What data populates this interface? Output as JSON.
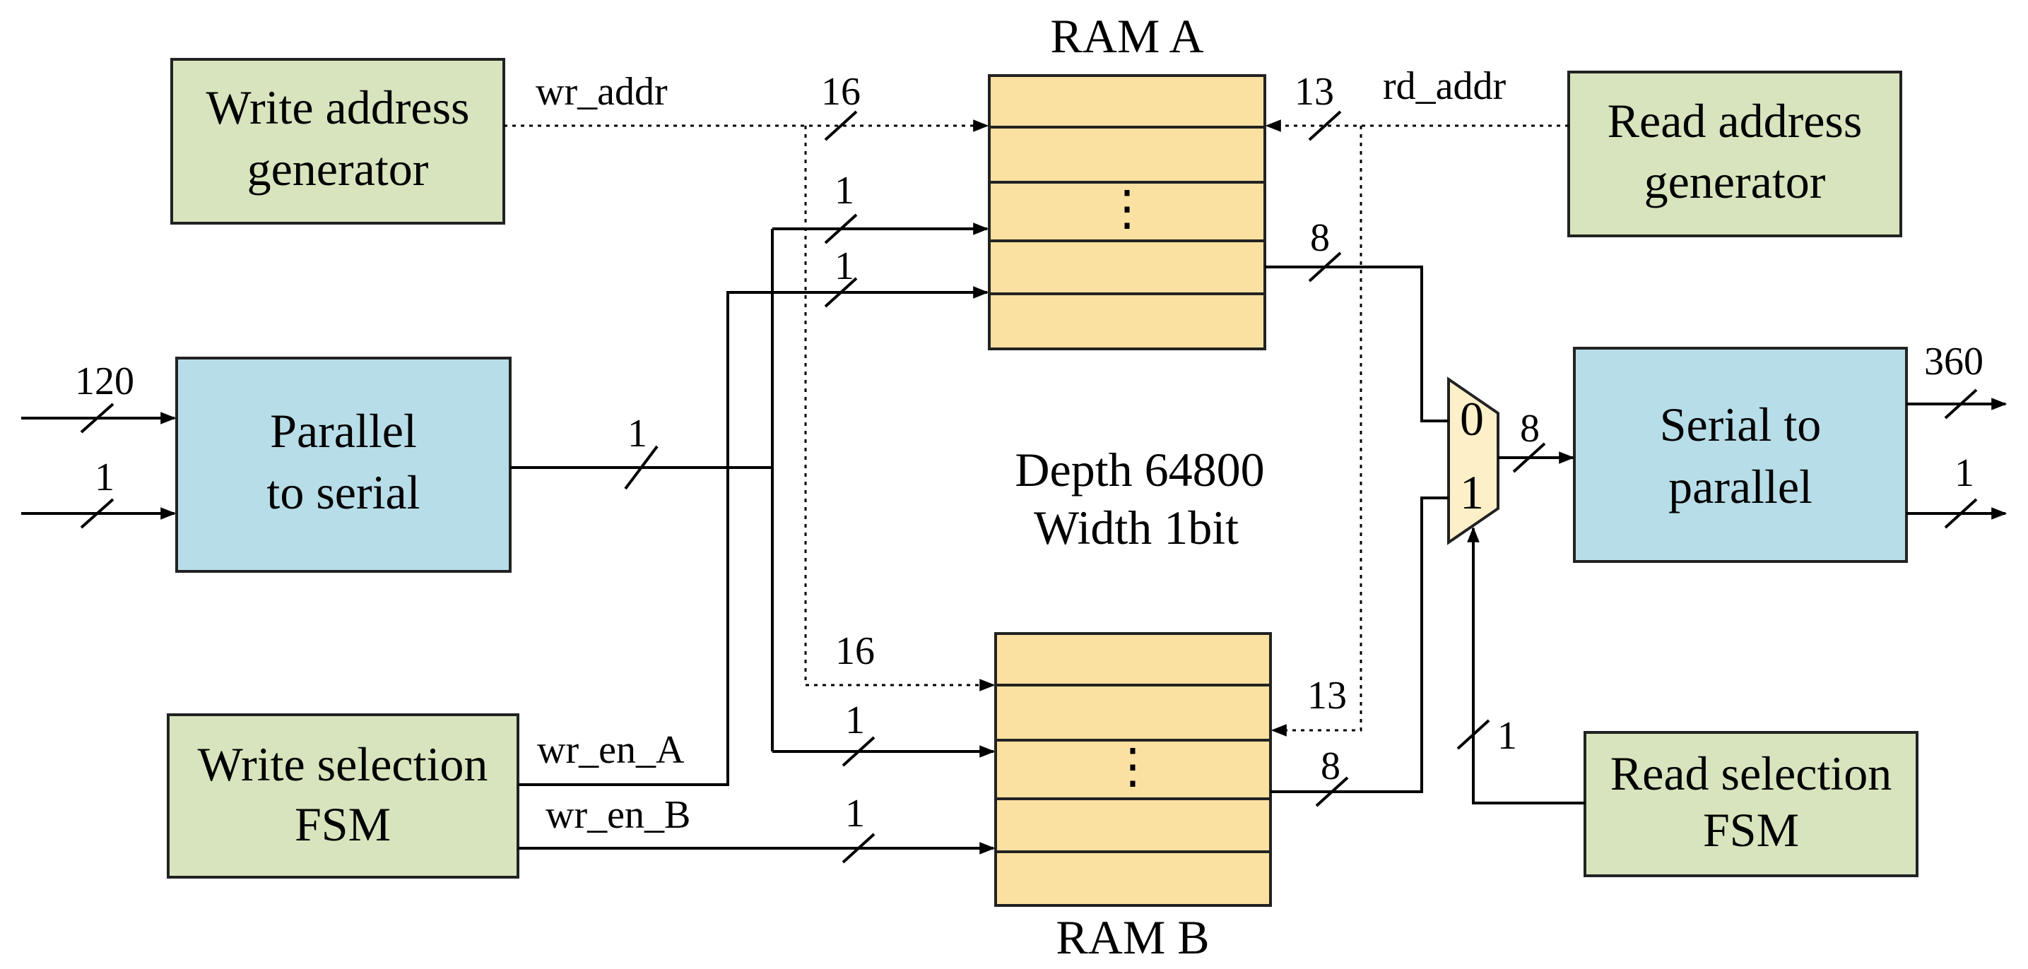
{
  "blocks": {
    "write_addr_gen": [
      "Write address",
      "generator"
    ],
    "read_addr_gen": [
      "Read address",
      "generator"
    ],
    "parallel_to_serial": [
      "Parallel",
      "to serial"
    ],
    "serial_to_parallel": [
      "Serial to",
      "parallel"
    ],
    "write_sel_fsm": [
      "Write selection",
      "FSM"
    ],
    "read_sel_fsm": [
      "Read selection",
      "FSM"
    ]
  },
  "ram_a": {
    "title": "RAM A",
    "ellipsis": "⋮"
  },
  "ram_b": {
    "title": "RAM  B",
    "ellipsis": "⋮"
  },
  "memory_info": [
    "Depth 64800",
    "Width 1bit"
  ],
  "mux": {
    "in0": "0",
    "in1": "1"
  },
  "signals": {
    "wr_addr": "wr_addr",
    "rd_addr": "rd_addr",
    "wr_en_a": "wr_en_A",
    "wr_en_b": "wr_en_B"
  },
  "widths": {
    "in_120": "120",
    "in_1": "1",
    "p2s_out": "1",
    "wr_addr_a": "16",
    "rd_addr_a": "13",
    "data_a1": "1",
    "data_a2": "1",
    "ram_a_out": "8",
    "wr_addr_b": "16",
    "rd_addr_b": "13",
    "data_b": "1",
    "ram_b_out": "8",
    "wr_en_b": "1",
    "mux_out": "8",
    "read_sel": "1",
    "out_360": "360",
    "out_1": "1"
  },
  "colors": {
    "green_block": "#d7e4bd",
    "blue_block": "#b7dde8",
    "ram_fill": "#fbe1a1",
    "mux_fill": "#fdf0c8"
  }
}
